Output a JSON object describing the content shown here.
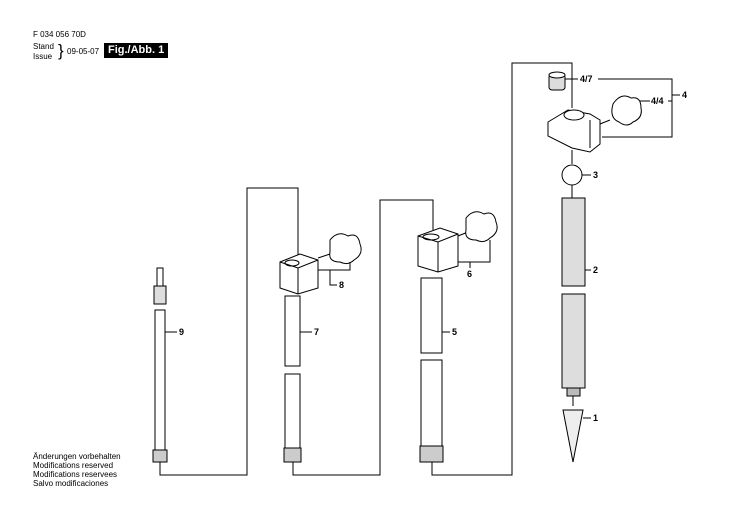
{
  "header": {
    "part_number": "F 034 056 70D",
    "stand_label": "Stand",
    "issue_label": "Issue",
    "date": "09-05-07",
    "figure_label": "Fig./Abb. 1"
  },
  "notes": [
    "Änderungen vorbehalten",
    "Modifications reserved",
    "Modifications reservees",
    "Salvo modificaciones"
  ],
  "callouts": {
    "p1": "1",
    "p2": "2",
    "p3": "3",
    "p4": "4",
    "p4_4": "4/4",
    "p4_7": "4/7",
    "p5": "5",
    "p6": "6",
    "p7": "7",
    "p8": "8",
    "p9": "9"
  }
}
